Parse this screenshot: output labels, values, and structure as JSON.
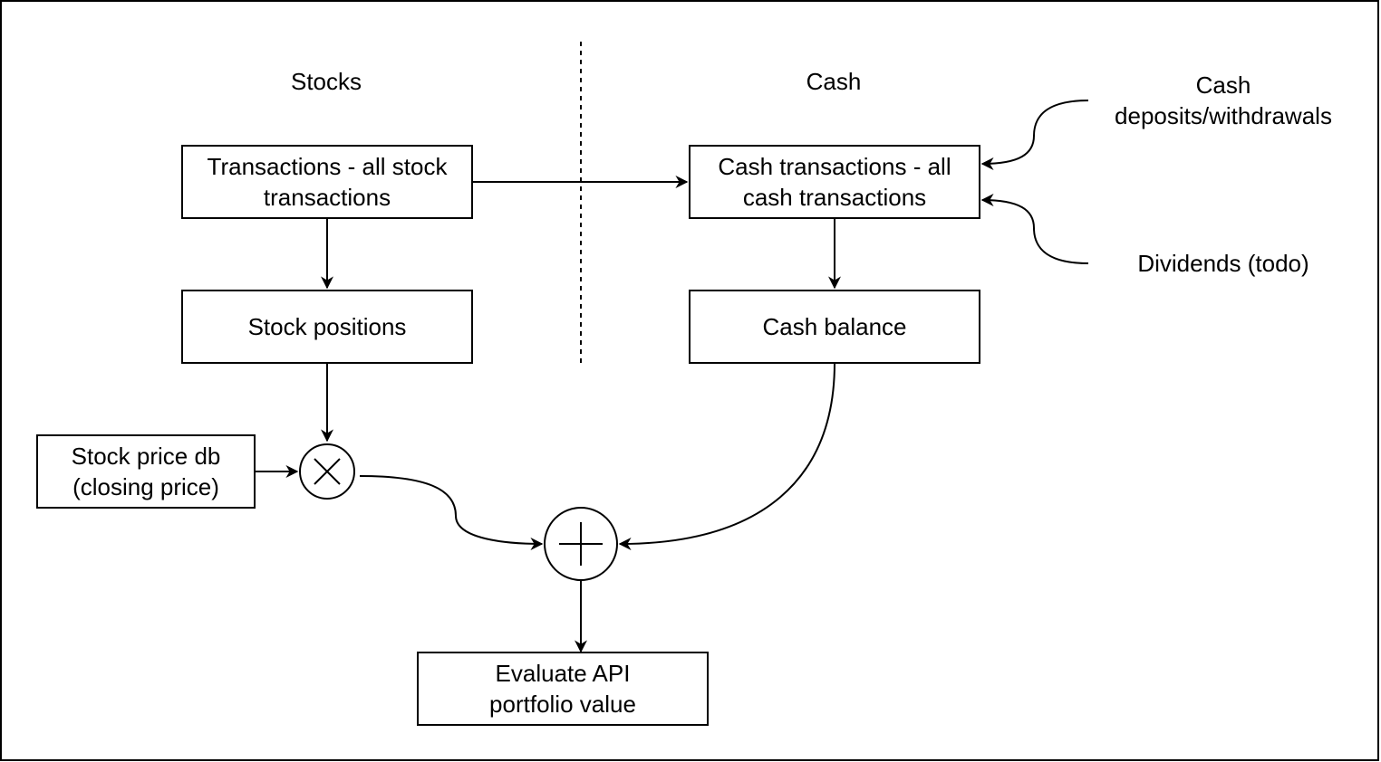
{
  "headings": {
    "stocks": "Stocks",
    "cash": "Cash"
  },
  "boxes": {
    "stock_transactions": "Transactions - all stock\ntransactions",
    "cash_transactions": "Cash transactions - all\ncash transactions",
    "stock_positions": "Stock positions",
    "cash_balance": "Cash balance",
    "stock_price_db": "Stock price db\n(closing price)",
    "evaluate_api": "Evaluate API\nportfolio value"
  },
  "external_inputs": {
    "cash_deposits": "Cash\ndeposits/withdrawals",
    "dividends": "Dividends (todo)"
  },
  "operators": {
    "multiply": "multiply-operator",
    "add": "sum-operator"
  },
  "colors": {
    "stroke": "#000000",
    "fill": "#ffffff"
  }
}
